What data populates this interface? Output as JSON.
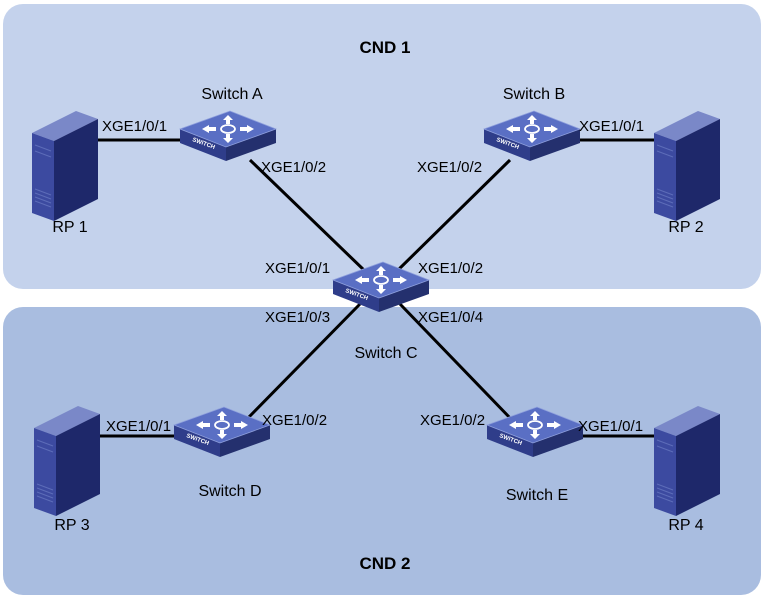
{
  "zones": {
    "cnd1": {
      "title": "CND 1",
      "fill": "#c4d2ec"
    },
    "cnd2": {
      "title": "CND 2",
      "fill": "#a9bde0"
    }
  },
  "switch_badge": "SWITCH",
  "devices": {
    "switch_a": "Switch A",
    "switch_b": "Switch B",
    "switch_c": "Switch C",
    "switch_d": "Switch D",
    "switch_e": "Switch E",
    "rp1": "RP 1",
    "rp2": "RP 2",
    "rp3": "RP 3",
    "rp4": "RP 4"
  },
  "ports": {
    "a_rp1": "XGE1/0/1",
    "a_c": "XGE1/0/2",
    "b_rp2": "XGE1/0/1",
    "b_c": "XGE1/0/2",
    "c_a": "XGE1/0/1",
    "c_b": "XGE1/0/2",
    "c_d": "XGE1/0/3",
    "c_e": "XGE1/0/4",
    "d_rp3": "XGE1/0/1",
    "d_c": "XGE1/0/2",
    "e_c": "XGE1/0/2",
    "e_rp4": "XGE1/0/1"
  },
  "colors": {
    "switch_top": "#4a5fb0",
    "switch_side": "#2b3a82",
    "server_front": "#3b4b9c",
    "server_side": "#1f2a6b",
    "link": "#000000"
  }
}
